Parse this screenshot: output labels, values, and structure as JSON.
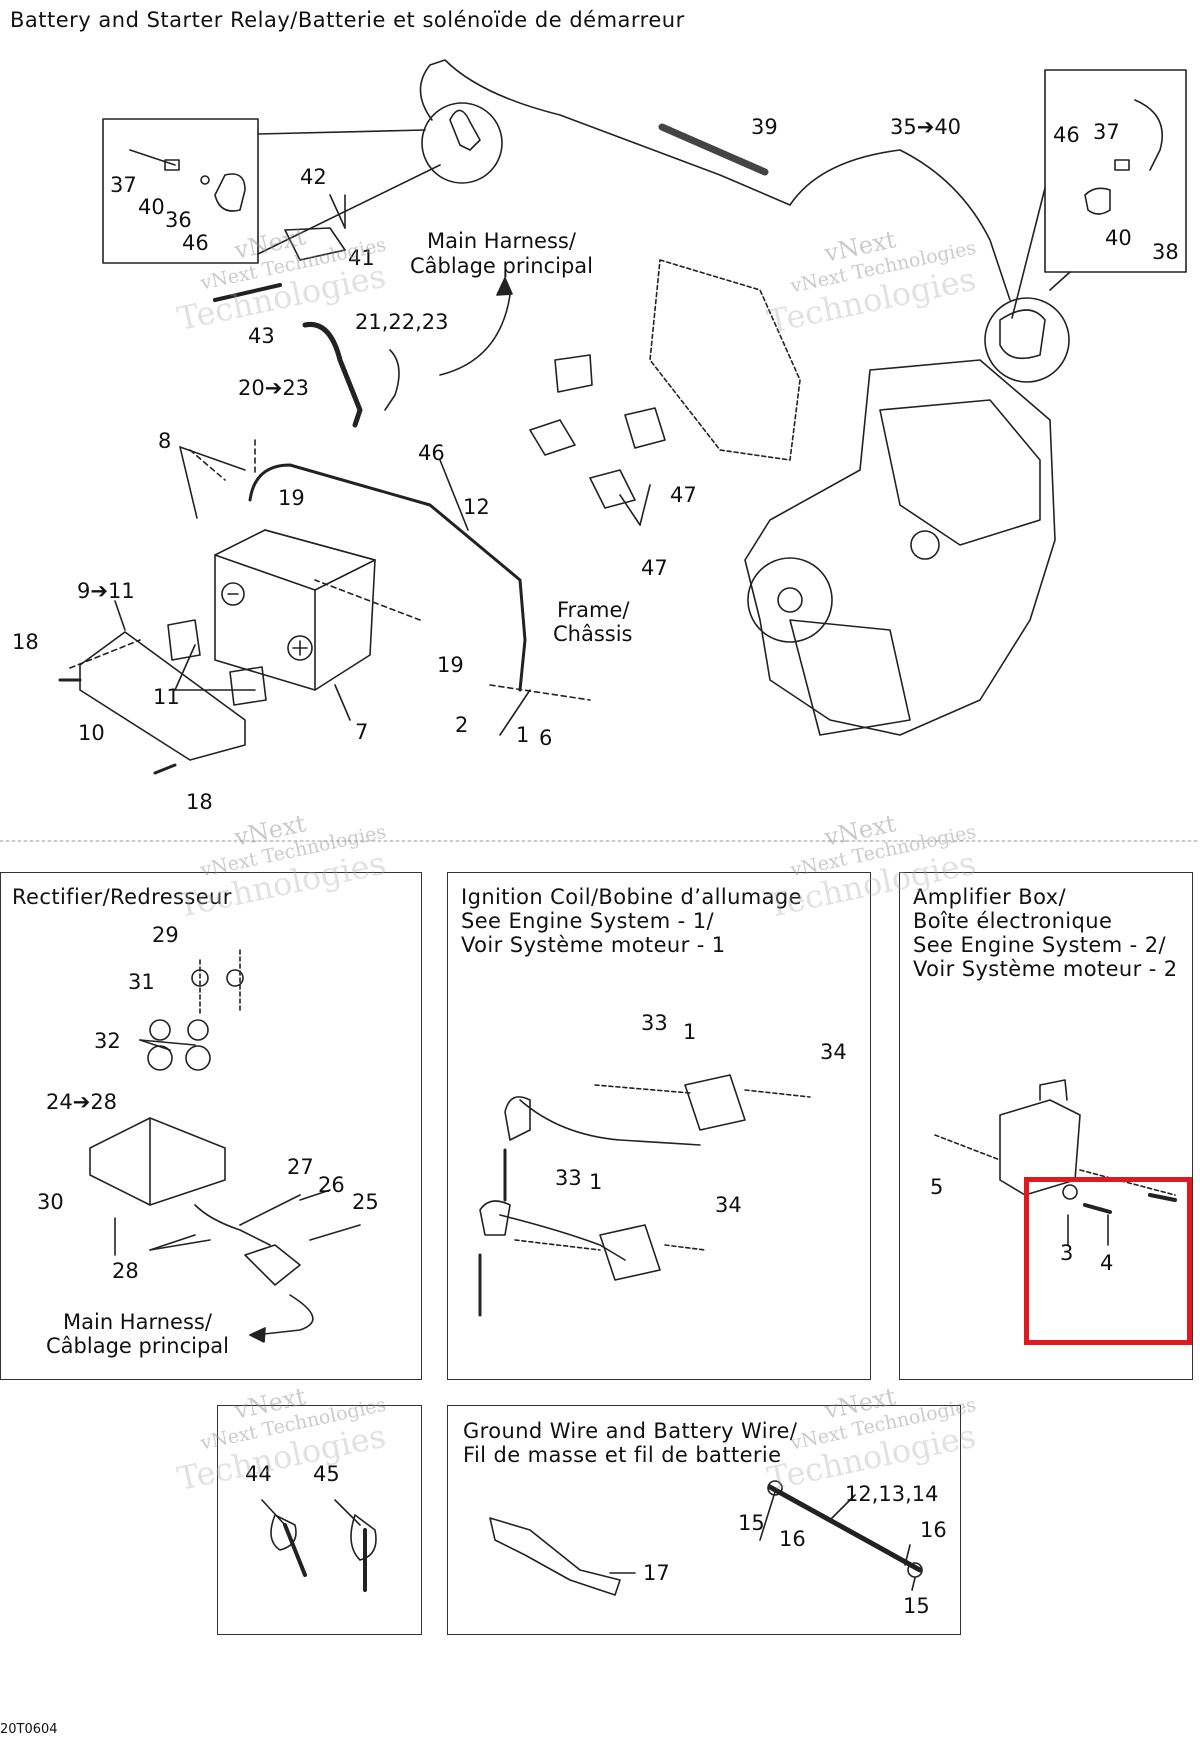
{
  "page_title": "Battery and Starter Relay/Batterie et solénoïde de démarreur",
  "callouts_main": {
    "c37a": "37",
    "c40a": "40",
    "c36": "36",
    "c46a": "46",
    "c42": "42",
    "c41": "41",
    "c43": "43",
    "main_harness": "Main Harness/",
    "cablage": "Câblage principal",
    "c39": "39",
    "c35_40": "35➔40",
    "c46b": "46",
    "c37b": "37",
    "c40b": "40",
    "c38": "38",
    "c21_23": "21,22,23",
    "c20_23": "20➔23",
    "c46c": "46",
    "c8": "8",
    "c19a": "19",
    "c12": "12",
    "c47a": "47",
    "c47b": "47",
    "c9_11": "9➔11",
    "c18a": "18",
    "c11": "11",
    "c10": "10",
    "c18b": "18",
    "c7": "7",
    "c19b": "19",
    "c2": "2",
    "c1": "1",
    "c6": "6",
    "frame": "Frame/",
    "chassis": "Châssis"
  },
  "rectifier": {
    "title": "Rectifier/Redresseur",
    "c29": "29",
    "c31": "31",
    "c32": "32",
    "c24_28": "24➔28",
    "c27": "27",
    "c26": "26",
    "c25": "25",
    "c30": "30",
    "c28": "28",
    "harness1": "Main Harness/",
    "harness2": "Câblage principal"
  },
  "ignition": {
    "title1": "Ignition Coil/Bobine d’allumage",
    "title2": "See Engine System - 1/",
    "title3": "Voir Système moteur - 1",
    "c33a": "33",
    "c1a": "1",
    "c34a": "34",
    "c33b": "33",
    "c1b": "1",
    "c34b": "34"
  },
  "amplifier": {
    "title1": "Amplifier Box/",
    "title2": "Boîte électronique",
    "title3": "See Engine System - 2/",
    "title4": "Voir Système moteur - 2",
    "c5": "5",
    "c3": "3",
    "c4": "4",
    "highlight_color": "#e0191f"
  },
  "ties": {
    "c44": "44",
    "c45": "45"
  },
  "ground": {
    "title1": "Ground Wire and Battery Wire/",
    "title2": "Fil de masse et fil de batterie",
    "c15a": "15",
    "c16a": "16",
    "c12_14": "12,13,14",
    "c16b": "16",
    "c15b": "15",
    "c17": "17"
  },
  "watermark": {
    "line1": "vNext",
    "line2": "vNext Technologies",
    "line3": "Technologies"
  },
  "drawing_code": "20T0604"
}
